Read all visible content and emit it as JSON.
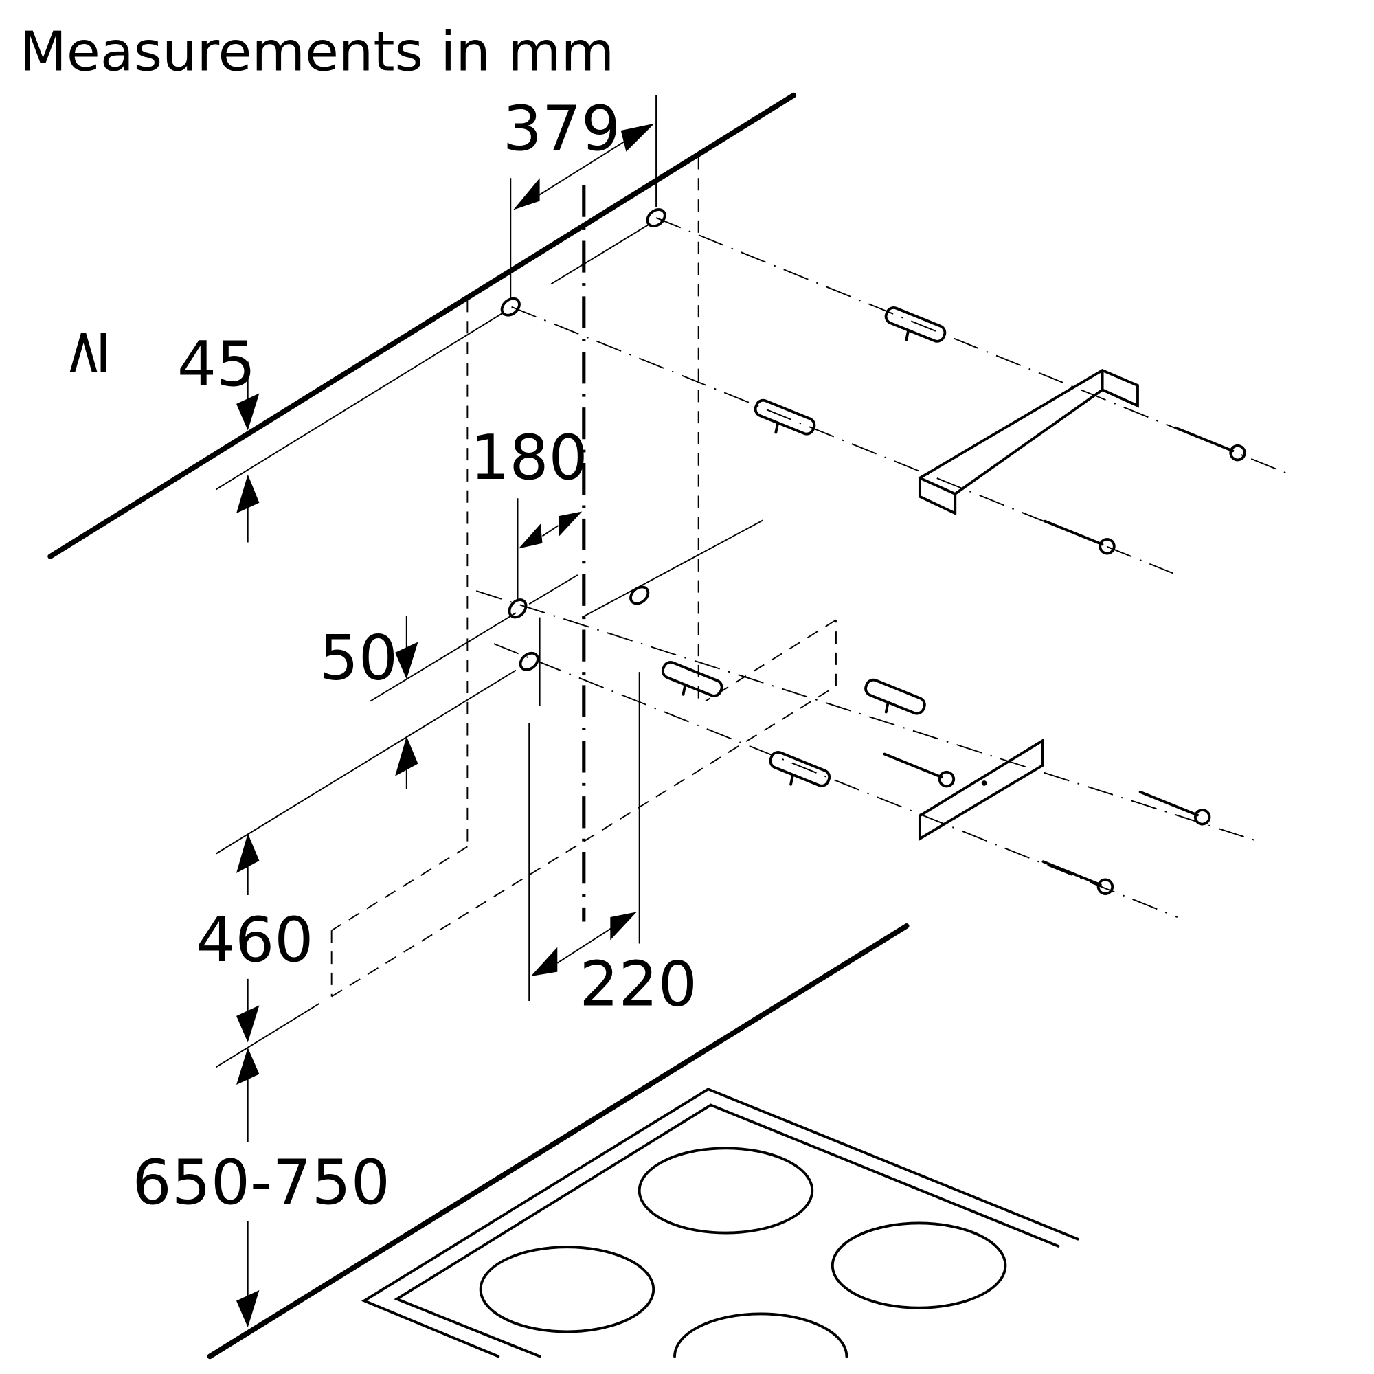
{
  "title": "Measurements in mm",
  "dimensions": {
    "width_holes": "379",
    "min_distance_ceiling": "≥ 45",
    "center_offset": "180",
    "vertical_offset": "50",
    "hood_height": "460",
    "lower_holes": "220",
    "hob_distance": "650-750"
  }
}
